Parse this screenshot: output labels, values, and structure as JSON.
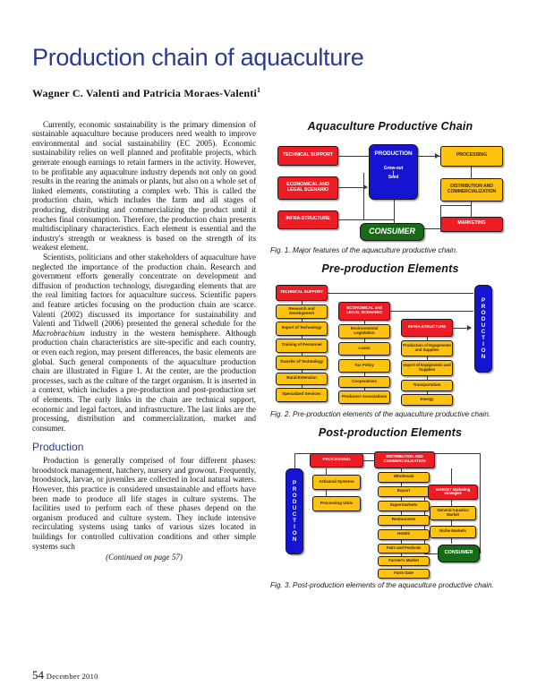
{
  "document": {
    "title": "Production chain of aquaculture",
    "byline": "Wagner C. Valenti and Patricia Moraes-Valenti",
    "byline_sup": "1",
    "footer_page": "54",
    "footer_issue": "December 2010",
    "continued_note": "(Continued on page 57)"
  },
  "article": {
    "paragraph_1": "Currently, economic sustainability is the primary dimension of sustainable aquaculture because producers need wealth to improve environmental and social sustainability (EC 2005). Economic sustainability relies on well planned and profitable projects, which generate enough earnings to retain farmers in the activity. However, to be profitable any aquaculture industry depends not only on good results in the rearing the animals or plants, but also on a whole set of linked elements, constituting a complex web. This is called the production chain, which includes the farm and all stages of producing, distributing and commercializing the product until it reaches final consumption. Therefore, the production chain presents multidisciplinary characteristics. Each element is essential and the industry's strength or weakness is based on the strength of its weakest element.",
    "paragraph_2_a": "Scientists, politicians and other stakeholders of aquaculture have neglected the importance of the production chain. Research and government efforts generally concentrate on development and diffusion of production technology, disregarding elements that are the real limiting factors for aquaculture success. Scientific papers and feature articles focusing on the production chain are scarce. Valenti (2002) discussed its importance for sustainability and Valenti and Tidwell (2006) presented the general schedule for the ",
    "paragraph_2_italic": "Macrobrachium",
    "paragraph_2_b": " industry in the western hemisphere. Although production chain characteristics are site-specific and each country, or even each region, may present differences, the basic elements are global. Such general components of the aquaculture production chain are illustrated in Figure 1. At the center, are the production processes, such as the culture of the target organism. It is inserted in a context, which includes a pre-production and post-production set of elements. The early links in the chain are technical support, economic and legal factors, and infrastructure. The last links are the processing, distribution and commercialization, market and consumer.",
    "section_production_heading": "Production",
    "paragraph_3": "Production is generally comprised of four different phases: broodstock management, hatchery, nursery and growout. Frequently, broodstock, larvae, or juveniles are collected in local natural waters. However, this practice is considered unsustainable and efforts have been made to produce all life stages in culture systems. The facilities used to perform each of these phases depend on the organism produced and culture system. They include intensive recirculating systems using tanks of various sizes located in buildings for controlled cultivation conditions and other simple systems such"
  },
  "figure1": {
    "title": "Aquaculture Productive Chain",
    "caption": "Fig. 1. Major features of the aquaculture productive chain.",
    "nodes": {
      "technical_support": "TECHNICAL SUPPORT",
      "economical_legal": "ECONOMICAL AND LEGAL SCENARIO",
      "infrastructure": "INFRA-STRUCTURE",
      "production": "PRODUCTION",
      "production_sub1": "Grow-out",
      "production_sub2": "Seed",
      "processing": "PROCESSING",
      "distribution": "DISTRIBUTION AND COMMERCIALIZATION",
      "marketing": "MARKETING",
      "consumer": "CONSUMER"
    },
    "colors": {
      "red": "#ee1c25",
      "yellow": "#ffc20e",
      "blue": "#1414d2",
      "green": "#186a16"
    }
  },
  "figure2": {
    "title": "Pre-production Elements",
    "caption": "Fig. 2. Pre-production elements of the aquaculture productive chain.",
    "production_label": "PRODUCTION",
    "columns": [
      {
        "header": "TECHNICAL SUPPORT",
        "items": [
          "Research and Development",
          "Import of Technology",
          "Training of Personnel",
          "Transfer of Technology",
          "Rural Extension",
          "Specialized Services"
        ]
      },
      {
        "header": "ECONOMICAL and LEGAL SCENARIO",
        "items": [
          "Environmental Legislation",
          "Loans",
          "Tax Policy",
          "Cooperatives",
          "Producers Associations"
        ]
      },
      {
        "header": "INFRA-STRUCTURE",
        "items": [
          "Production of Equipments and Supplies",
          "Import of Equipments and Supplies",
          "Transportation",
          "Energy"
        ]
      }
    ]
  },
  "figure3": {
    "title": "Post-production Elements",
    "caption": "Fig. 3. Post-production elements of the aquaculture productive chain.",
    "production_label": "PRODUCTION",
    "consumer_label": "CONSUMER",
    "columns": [
      {
        "header": "PROCESSING",
        "items": [
          "Artisanal Systems",
          "Processing Units"
        ]
      },
      {
        "header": "DISTRIBUTION AND COMMERCIALIZATION",
        "items": [
          "Wholesale",
          "Export",
          "Supermarkets",
          "Restaurants",
          "Hotels",
          "Fairs and Festivals",
          "Farmer's Market",
          "Farm Gate"
        ]
      },
      {
        "header": "MARKET Marketing strategies",
        "items": [
          "General Aquatics Market",
          "Niche Markets"
        ]
      }
    ]
  }
}
